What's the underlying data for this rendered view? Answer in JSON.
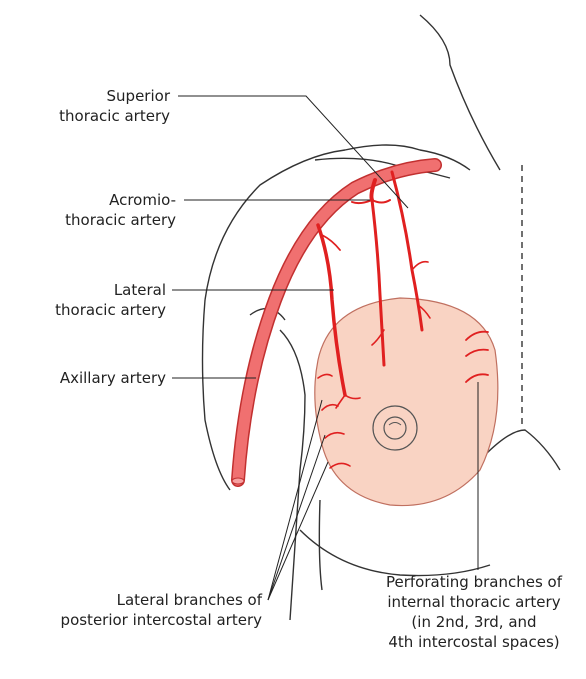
{
  "labels": {
    "superior_thoracic": [
      "Superior",
      "thoracic artery"
    ],
    "acromiothoracic": [
      "Acromio-",
      "thoracic artery"
    ],
    "lateral_thoracic": [
      "Lateral",
      "thoracic artery"
    ],
    "axillary": "Axillary artery",
    "lateral_branches": [
      "Lateral branches of",
      "posterior intercostal artery"
    ],
    "perforating": [
      "Perforating branches of",
      "internal thoracic artery",
      "(in 2nd, 3rd, and",
      "4th intercostal spaces)"
    ]
  },
  "colors": {
    "artery": "#f06060",
    "artery_dark": "#d83838",
    "breast": "#f9d3c3",
    "outline": "#333333"
  }
}
